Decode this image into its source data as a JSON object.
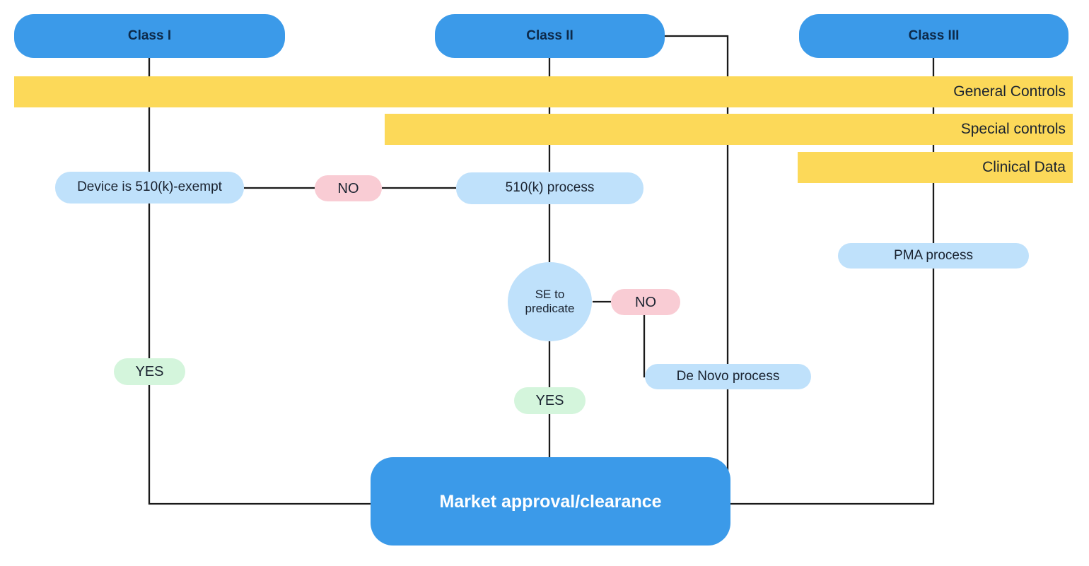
{
  "diagram": {
    "title": "FDA medical device regulatory pathway flowchart",
    "colors": {
      "primary_blue": "#3b9ae9",
      "light_blue": "#bfe1fb",
      "yellow": "#fcd959",
      "pink": "#f9ccd4",
      "green": "#d4f5dc",
      "edge": "#1a1a1a",
      "background": "#ffffff"
    }
  },
  "class_headers": [
    {
      "id": "class1",
      "label": "Class I"
    },
    {
      "id": "class2",
      "label": "Class II"
    },
    {
      "id": "class3",
      "label": "Class III"
    }
  ],
  "control_bars": [
    {
      "id": "general-controls",
      "label": "General Controls"
    },
    {
      "id": "special-controls",
      "label": "Special controls"
    },
    {
      "id": "clinical-data",
      "label": "Clinical Data"
    }
  ],
  "process_nodes": [
    {
      "id": "device-exempt",
      "label": "Device is 510(k)-exempt"
    },
    {
      "id": "process-510k",
      "label": "510(k) process"
    },
    {
      "id": "de-novo",
      "label": "De Novo process"
    },
    {
      "id": "pma",
      "label": "PMA process"
    }
  ],
  "decision_nodes": [
    {
      "id": "se-to-predicate",
      "label": "SE to\npredicate"
    }
  ],
  "edge_labels": [
    {
      "id": "no-exempt",
      "label": "NO",
      "kind": "no"
    },
    {
      "id": "no-se",
      "label": "NO",
      "kind": "no"
    },
    {
      "id": "yes-class1",
      "label": "YES",
      "kind": "yes"
    },
    {
      "id": "yes-se",
      "label": "YES",
      "kind": "yes"
    }
  ],
  "terminal": {
    "id": "market-approval",
    "label": "Market approval/clearance"
  }
}
